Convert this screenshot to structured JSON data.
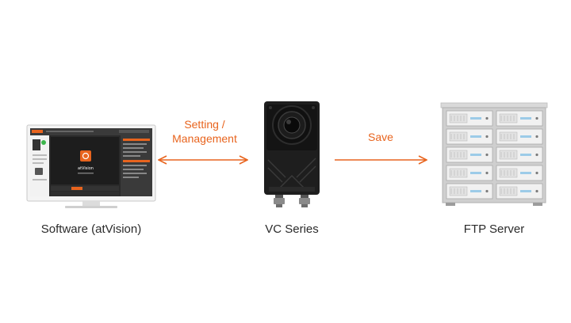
{
  "accent_color": "#e8641e",
  "nodes": {
    "software": {
      "label": "Software (atVision)",
      "icon": "monitor-icon",
      "app_name": "atVision"
    },
    "camera": {
      "label": "VC Series",
      "icon": "camera-icon"
    },
    "server": {
      "label": "FTP Server",
      "icon": "server-rack-icon"
    }
  },
  "edges": {
    "software_camera": {
      "label_line1": "Setting /",
      "label_line2": "Management",
      "direction": "bidirectional"
    },
    "camera_server": {
      "label": "Save",
      "direction": "forward"
    }
  }
}
